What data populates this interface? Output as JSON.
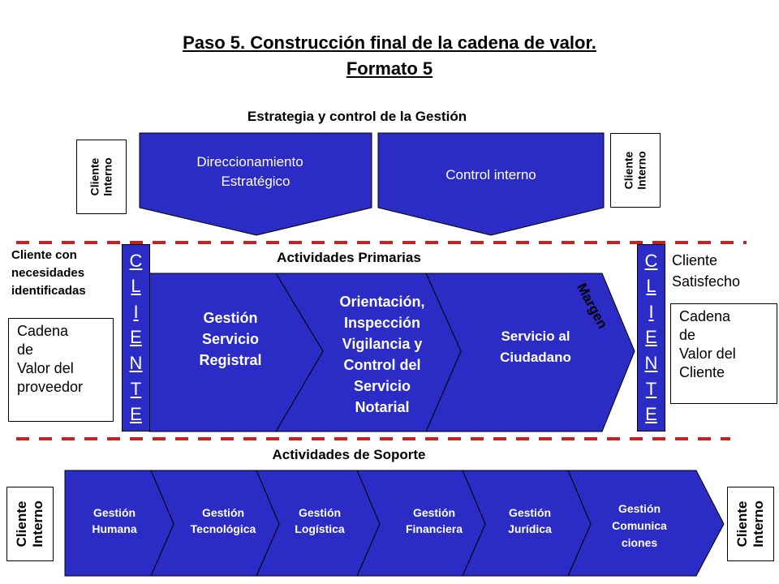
{
  "title": {
    "line1": "Paso 5.  Construcción final de la cadena de valor.",
    "line2": "Formato 5"
  },
  "sections": {
    "strategy": "Estrategia y control de la Gestión",
    "primary": "Actividades Primarias",
    "support": "Actividades de Soporte"
  },
  "client_internal": {
    "line1": "Cliente",
    "line2": "Interno"
  },
  "top_blocks": {
    "direccionamiento": {
      "line1": "Direccionamiento",
      "line2": "Estratégico"
    },
    "control": "Control interno"
  },
  "left_side": {
    "cliente_necesidades": {
      "line1": "Cliente con",
      "line2": "necesidades",
      "line3": "identificadas"
    },
    "cadena_proveedor": {
      "line1": "Cadena",
      "line2": "de",
      "line3": "Valor del",
      "line4": "proveedor"
    }
  },
  "right_side": {
    "cliente_satisfecho": {
      "line1": "Cliente",
      "line2": "Satisfecho"
    },
    "cadena_cliente": {
      "line1": "Cadena",
      "line2": "de",
      "line3": "Valor del",
      "line4": "Cliente"
    }
  },
  "cliente_letters": [
    "C",
    "L",
    "I",
    "E",
    "N",
    "T",
    "E"
  ],
  "margen": "Margen",
  "primary_activities": [
    {
      "lines": [
        "Gestión",
        "Servicio",
        "Registral"
      ]
    },
    {
      "lines": [
        "Orientación,",
        "Inspección",
        "Vigilancia y",
        "Control del",
        "Servicio",
        "Notarial"
      ]
    },
    {
      "lines": [
        "Servicio al",
        "Ciudadano"
      ]
    }
  ],
  "support_activities": [
    {
      "lines": [
        "Gestión",
        "Humana"
      ]
    },
    {
      "lines": [
        "Gestión",
        "Tecnológica"
      ]
    },
    {
      "lines": [
        "Gestión",
        "Logística"
      ]
    },
    {
      "lines": [
        "Gestión",
        "Financiera"
      ]
    },
    {
      "lines": [
        "Gestión",
        "Jurídica"
      ]
    },
    {
      "lines": [
        "Gestión",
        "Comunica",
        "ciones"
      ]
    }
  ],
  "colors": {
    "shape_fill": "#2b2bc6",
    "divider_red": "#cc1f1f",
    "shape_stroke": "#000000",
    "shape_text": "#ffffff"
  }
}
